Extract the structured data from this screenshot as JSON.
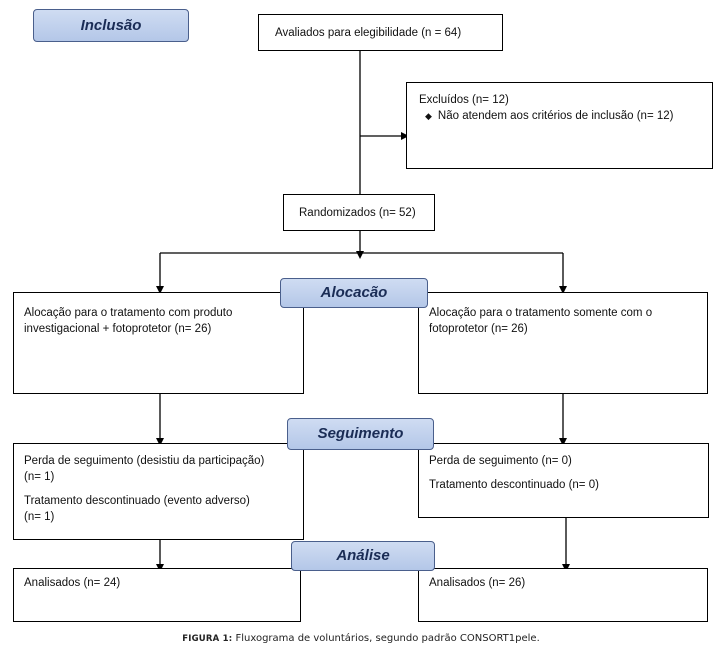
{
  "phases": {
    "inclusao": "Inclusão",
    "alocacao": "Alocacão",
    "seguimento": "Seguimento",
    "analise": "Análise"
  },
  "boxes": {
    "avaliados": "Avaliados para elegibilidade (n = 64)",
    "excluidos_title": "Excluídos (n= 12)",
    "excluidos_item": "Não atendem aos critérios de inclusão (n= 12)",
    "randomizados": "Randomizados (n= 52)",
    "aloc_left_1": "Alocação para o tratamento com produto",
    "aloc_left_2": "investigacional + fotoprotetor (n= 26)",
    "aloc_right_1": "Alocação para o tratamento somente com o",
    "aloc_right_2": "fotoprotetor (n= 26)",
    "seg_left_1": "Perda de seguimento (desistiu da participação)",
    "seg_left_2": "(n= 1)",
    "seg_left_3": "Tratamento descontinuado (evento adverso)",
    "seg_left_4": "(n= 1)",
    "seg_right_1": "Perda de seguimento (n= 0)",
    "seg_right_2": "Tratamento descontinuado (n= 0)",
    "anal_left": "Analisados (n= 24)",
    "anal_right": "Analisados (n= 26)"
  },
  "caption": {
    "label": "FIGURA 1:",
    "text": " Fluxograma de voluntários, segundo padrão CONSORT1pele."
  }
}
